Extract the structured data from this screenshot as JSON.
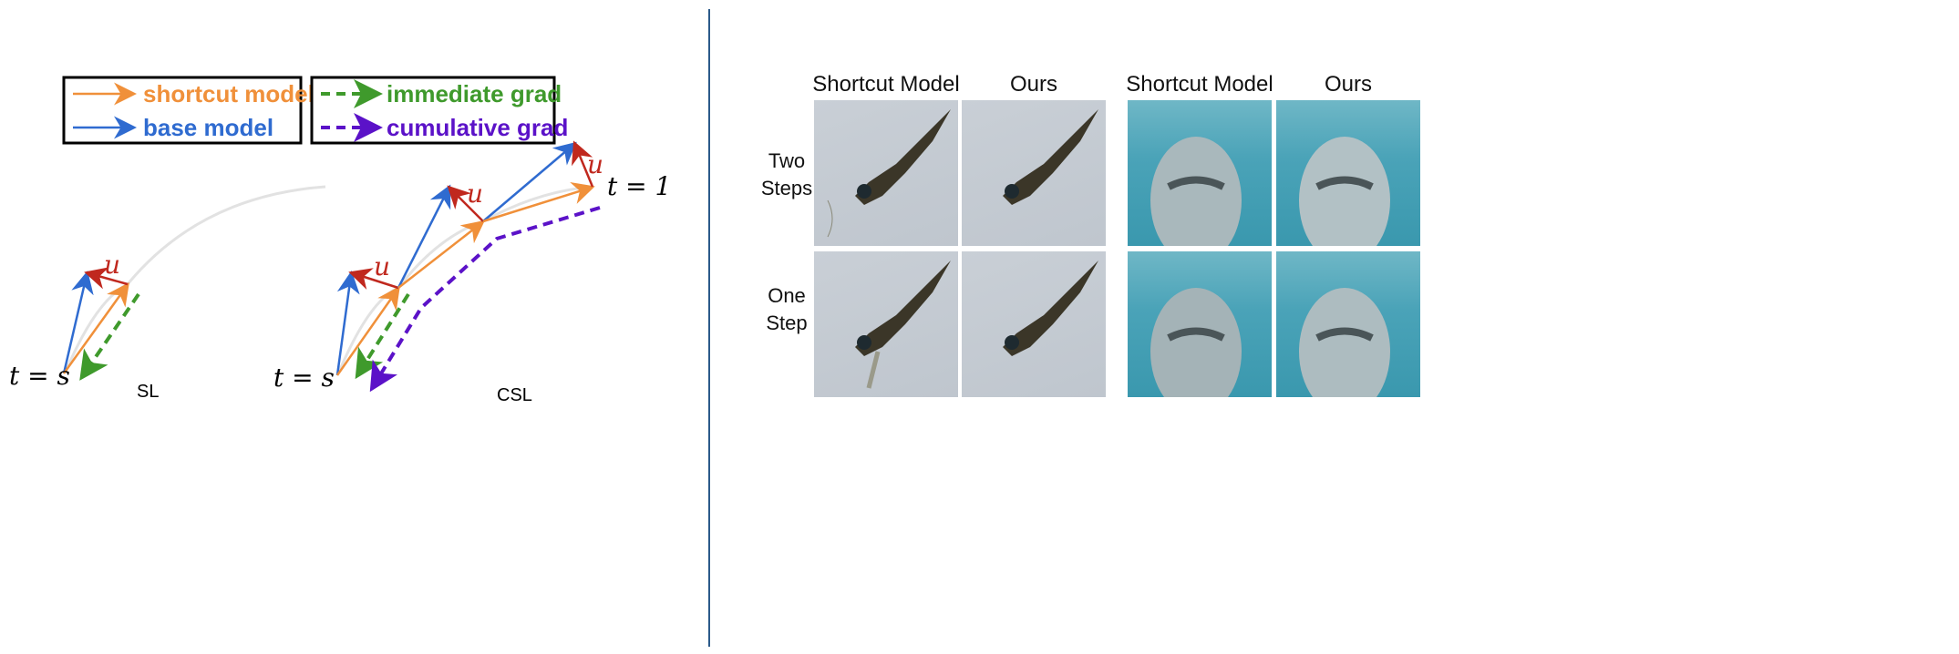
{
  "legend": {
    "shortcut_model": "shortcut model",
    "base_model": "base model",
    "immediate_grad": "immediate grad",
    "cumulative_grad": "cumulative grad"
  },
  "diagram": {
    "sl_label": "SL",
    "csl_label": "CSL",
    "t_start": "t = s",
    "t_end": "t = 1",
    "u_label": "u"
  },
  "colors": {
    "shortcut": "#f0903a",
    "base": "#2f6bd0",
    "u": "#c0281e",
    "immediate": "#3f9a2c",
    "cumulative": "#5b12c8"
  },
  "comparison": {
    "columns": [
      "Shortcut Model",
      "Ours",
      "Shortcut Model",
      "Ours"
    ],
    "rows": [
      "Two Steps",
      "One Step"
    ]
  }
}
